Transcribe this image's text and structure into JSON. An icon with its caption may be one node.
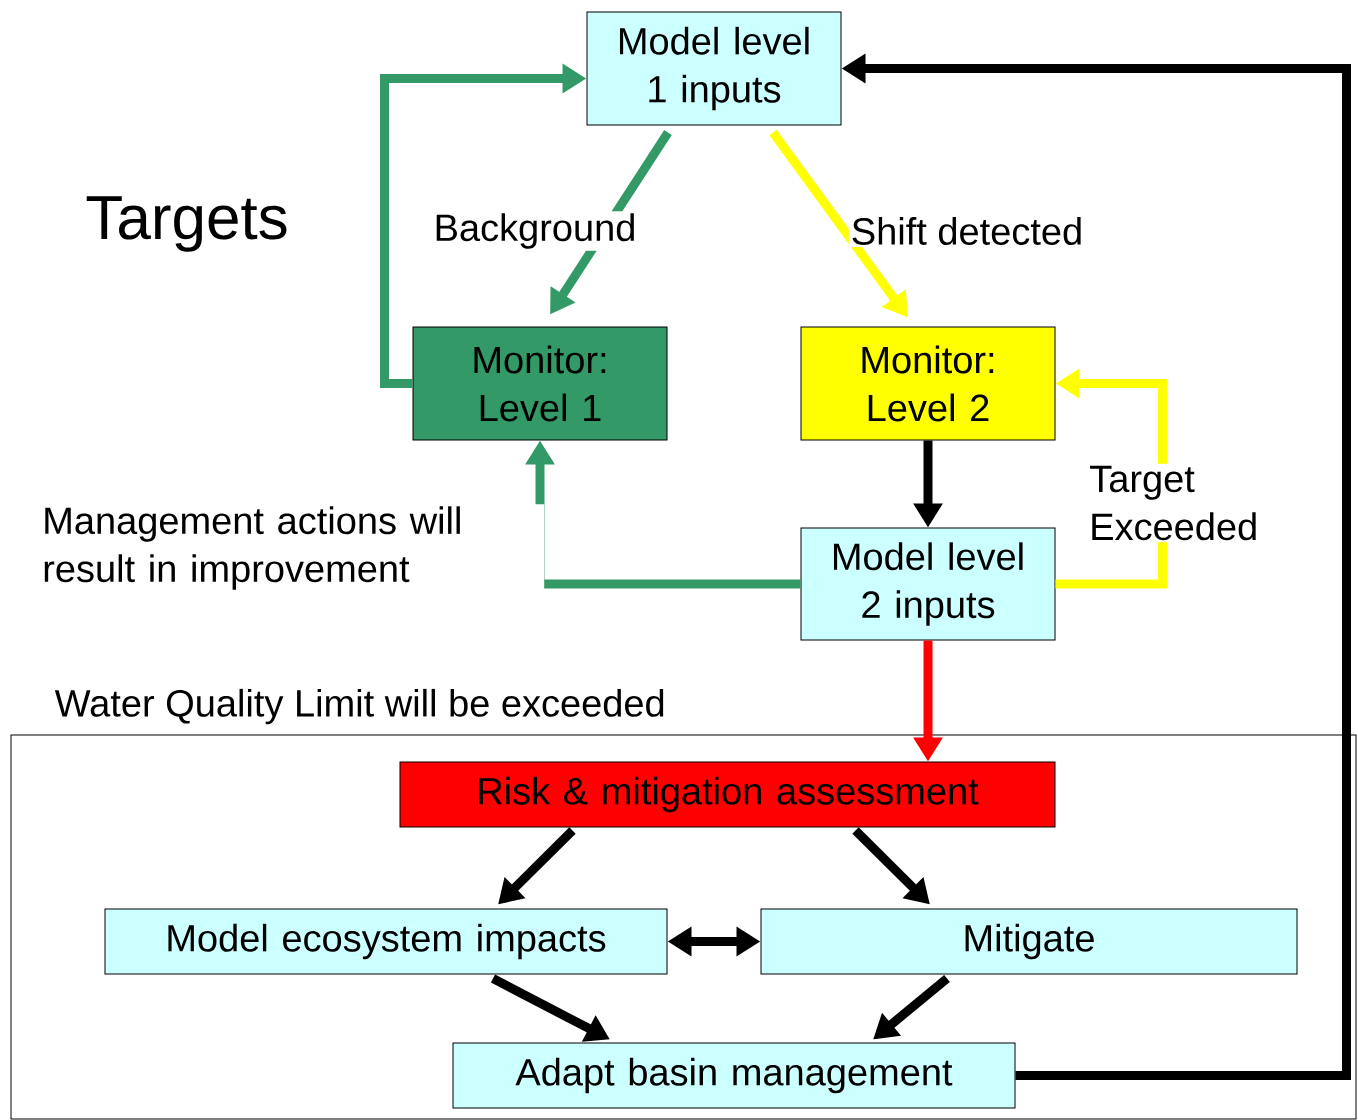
{
  "diagram": {
    "nodes": [
      {
        "text": [
          "Model level 1 inputs"
        ]
      },
      {
        "text": [
          "Monitor: Level 1"
        ]
      },
      {
        "text": [
          "Monitor: Level 2"
        ]
      },
      {
        "text": [
          "Model level 2 inputs"
        ]
      },
      {
        "text": [
          "Water Quality Limit will be exceeded"
        ]
      },
      {
        "text": [
          "Risk & mitigation assessment"
        ],
        "in": 4
      },
      {
        "text": [
          "Model ecosystem impacts"
        ],
        "in": 4
      },
      {
        "text": [
          "Mitigate"
        ],
        "in": 4
      },
      {
        "text": [
          "Adapt basin management"
        ],
        "in": 4
      }
    ],
    "edges": [
      {
        "from": 0,
        "to": 1,
        "arrow": "to",
        "label": "Background",
        "color": "#339966"
      },
      {
        "from": 0,
        "to": 2,
        "arrow": "to",
        "label": "Shift detected",
        "color": "#ffff00"
      },
      {
        "from": 1,
        "to": 0,
        "arrow": "to",
        "color": "#339966"
      },
      {
        "from": 2,
        "to": 3,
        "arrow": "to"
      },
      {
        "from": 3,
        "to": 2,
        "arrow": "to",
        "label": "Target Exceeded",
        "color": "#ffff00"
      },
      {
        "from": 3,
        "to": 1,
        "arrow": "to",
        "label": "Management actions will result in improvement",
        "color": "#339966"
      },
      {
        "from": 3,
        "to": 5,
        "arrow": "to",
        "color": "#ff0000"
      },
      {
        "from": 5,
        "to": 6,
        "arrow": "to"
      },
      {
        "from": 5,
        "to": 7,
        "arrow": "to"
      },
      {
        "from": 6,
        "to": 7,
        "arrow": "both"
      },
      {
        "from": 6,
        "to": 8,
        "arrow": "to"
      },
      {
        "from": 7,
        "to": 8,
        "arrow": "to"
      },
      {
        "from": 8,
        "to": 0,
        "arrow": "to"
      }
    ],
    "labels": [
      "Targets"
    ]
  }
}
